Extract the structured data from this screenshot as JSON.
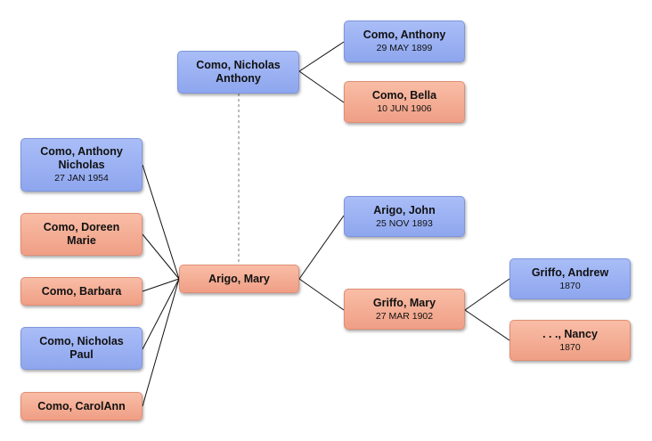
{
  "persons": {
    "nicholas_anthony": {
      "name": "Como, Nicholas Anthony",
      "date": "",
      "sex": "male"
    },
    "anthony": {
      "name": "Como, Anthony",
      "date": "29 MAY 1899",
      "sex": "male"
    },
    "bella": {
      "name": "Como, Bella",
      "date": "10 JUN 1906",
      "sex": "female"
    },
    "anthony_nicholas": {
      "name": "Como, Anthony Nicholas",
      "date": "27 JAN 1954",
      "sex": "male"
    },
    "doreen_marie": {
      "name": "Como, Doreen Marie",
      "date": "",
      "sex": "female"
    },
    "barbara": {
      "name": "Como, Barbara",
      "date": "",
      "sex": "female"
    },
    "nicholas_paul": {
      "name": "Como, Nicholas Paul",
      "date": "",
      "sex": "male"
    },
    "carolann": {
      "name": "Como, CarolAnn",
      "date": "",
      "sex": "female"
    },
    "mary_arigo": {
      "name": "Arigo, Mary",
      "date": "",
      "sex": "female"
    },
    "john_arigo": {
      "name": "Arigo, John",
      "date": "25 NOV 1893",
      "sex": "male"
    },
    "mary_griffo": {
      "name": "Griffo, Mary",
      "date": "27 MAR 1902",
      "sex": "female"
    },
    "andrew_griffo": {
      "name": "Griffo, Andrew",
      "date": "1870",
      "sex": "male"
    },
    "nancy": {
      "name": ". . ., Nancy",
      "date": "1870",
      "sex": "female"
    }
  },
  "colors": {
    "male": "#9fb3f3",
    "female": "#f4ae95",
    "line": "#111111",
    "spouse_line": "#777777"
  },
  "connections": [
    {
      "from": "nicholas_anthony",
      "to": "anthony",
      "kind": "parent"
    },
    {
      "from": "nicholas_anthony",
      "to": "bella",
      "kind": "parent"
    },
    {
      "from": "nicholas_anthony",
      "to": "mary_arigo",
      "kind": "spouse"
    },
    {
      "from": "mary_arigo",
      "to": "john_arigo",
      "kind": "parent"
    },
    {
      "from": "mary_arigo",
      "to": "mary_griffo",
      "kind": "parent"
    },
    {
      "from": "mary_griffo",
      "to": "andrew_griffo",
      "kind": "parent"
    },
    {
      "from": "mary_griffo",
      "to": "nancy",
      "kind": "parent"
    },
    {
      "from": "mary_arigo",
      "to": "anthony_nicholas",
      "kind": "child"
    },
    {
      "from": "mary_arigo",
      "to": "doreen_marie",
      "kind": "child"
    },
    {
      "from": "mary_arigo",
      "to": "barbara",
      "kind": "child"
    },
    {
      "from": "mary_arigo",
      "to": "nicholas_paul",
      "kind": "child"
    },
    {
      "from": "mary_arigo",
      "to": "carolann",
      "kind": "child"
    }
  ]
}
